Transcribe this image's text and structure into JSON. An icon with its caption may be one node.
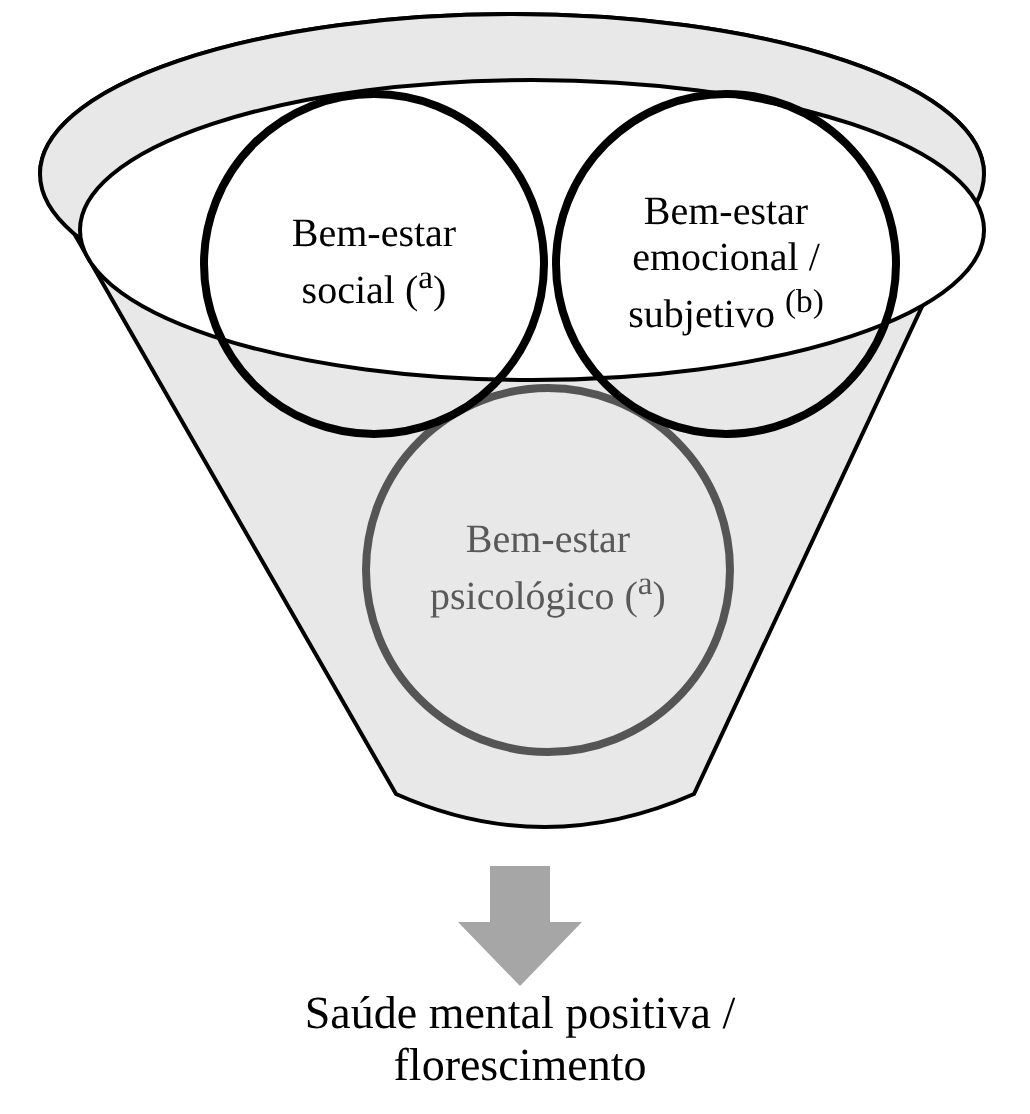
{
  "diagram": {
    "nodes": [
      {
        "text": [],
        "shape": "funnel"
      },
      {
        "text": [
          "Bem-estar social ($^{a}$)"
        ],
        "in": 0
      },
      {
        "text": [
          "Bem-estar emocional / subjetivo $^{(b)}$"
        ],
        "in": 0
      },
      {
        "text": [
          "Bem-estar psicológico ($^{a}$)"
        ],
        "in": 0
      },
      {
        "text": [
          "Saúde mental positiva / florescimento"
        ]
      }
    ],
    "edges": [
      {
        "from": 0,
        "to": 4,
        "arrow": "to",
        "style": "thick",
        "color": "#a6a6a6"
      }
    ]
  }
}
